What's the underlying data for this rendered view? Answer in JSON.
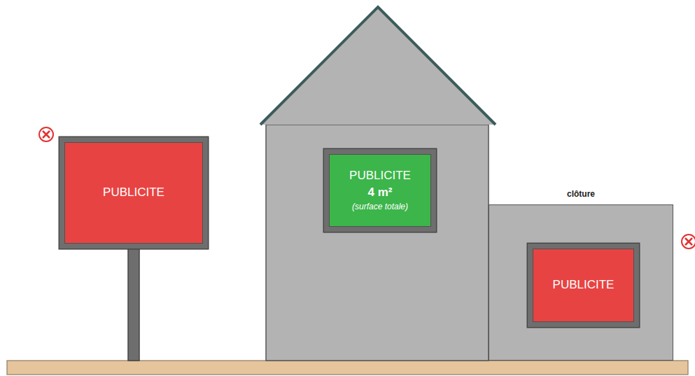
{
  "diagram": {
    "nodes": [
      {
        "text": [
          "PUBLICITE"
        ]
      },
      {
        "text": [
          "PUBLICITE",
          "4 m²",
          "(surface totale)"
        ]
      },
      {
        "text": [
          "clôture"
        ]
      },
      {
        "text": [
          "PUBLICITE"
        ],
        "in": 2
      }
    ]
  }
}
